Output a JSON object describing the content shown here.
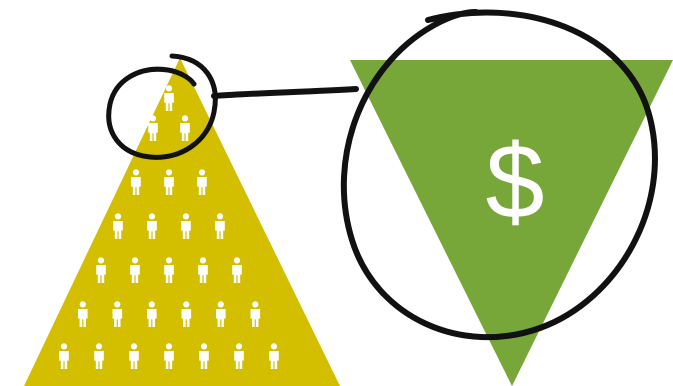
{
  "diagram": {
    "colors": {
      "pyramid": "#d3bf00",
      "inverted_triangle": "#77a639",
      "person": "#ffffff",
      "ink": "#111111",
      "background": "#ffffff"
    },
    "pyramid": {
      "rows": [
        1,
        2,
        3,
        4,
        5,
        6,
        7
      ],
      "icon": "person-icon"
    },
    "money": {
      "symbol": "$",
      "icon": "dollar-sign-icon"
    }
  }
}
